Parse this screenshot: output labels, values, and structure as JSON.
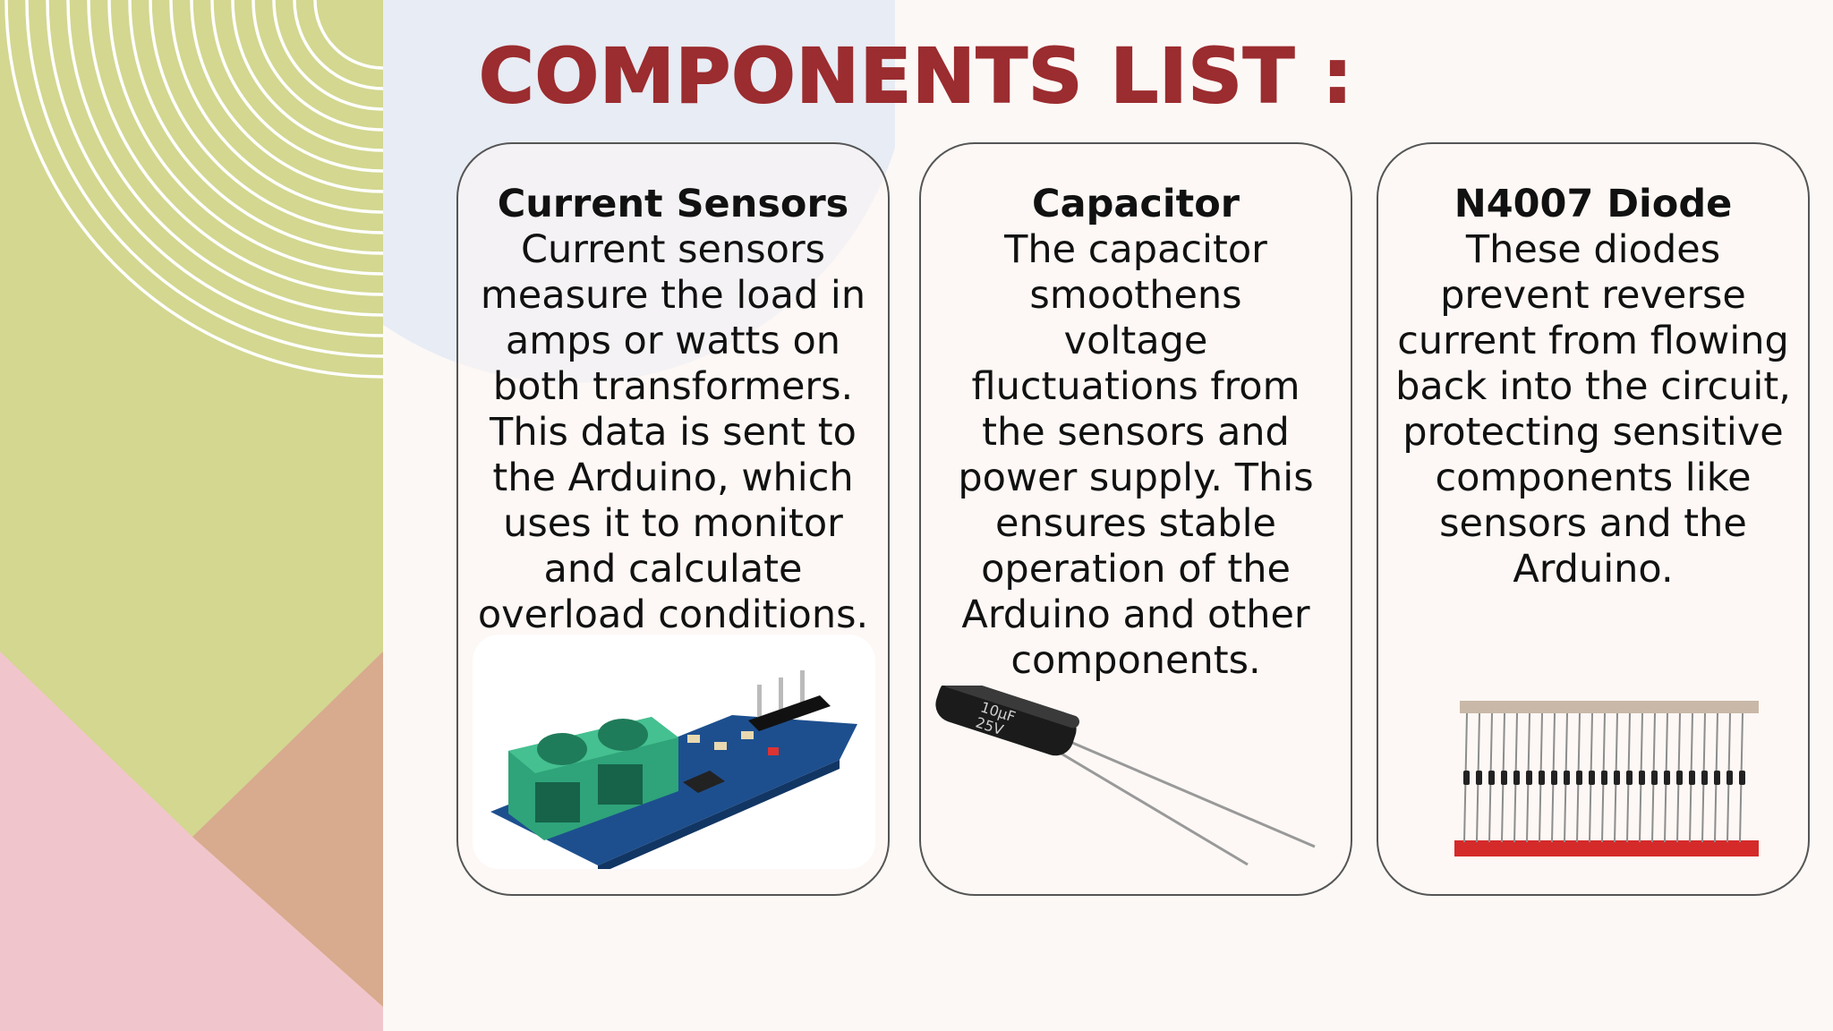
{
  "title": "COMPONENTS LIST :",
  "colors": {
    "title": "#9b2c2f",
    "background": "#fcf8f6",
    "panel_green": "#d3d790",
    "panel_pink": "#f1c5cc",
    "panel_tan": "#d8aa8e",
    "circle": "#e8ecf4"
  },
  "cards": [
    {
      "title": "Current Sensors",
      "description": "Current sensors measure the load in amps or watts on both transformers. This data is sent to the Arduino, which uses it to monitor and calculate overload conditions.",
      "image": "current-sensor-module-photo"
    },
    {
      "title": "Capacitor",
      "description": "The capacitor smoothens voltage fluctuations from the sensors and power supply. This ensures stable operation of the Arduino and other components.",
      "image": "capacitor-photo",
      "image_text": [
        "10µF",
        "25V"
      ]
    },
    {
      "title": "N4007 Diode",
      "description": "These diodes prevent reverse current from flowing back into the circuit, protecting sensitive components like sensors and the Arduino.",
      "image": "diode-strip-photo"
    }
  ]
}
